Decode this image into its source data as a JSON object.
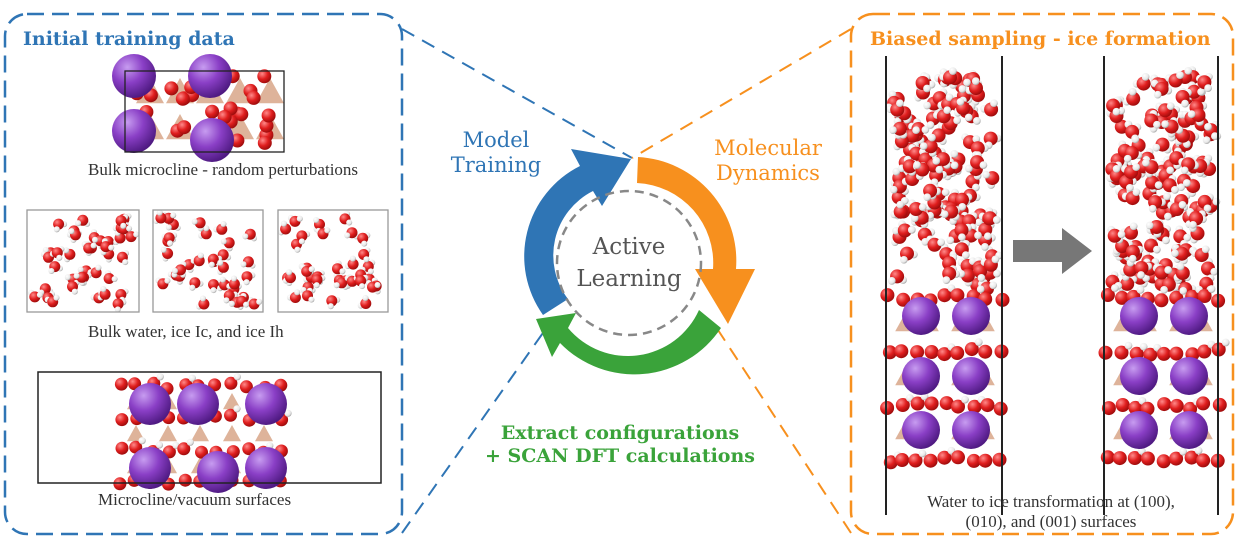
{
  "colors": {
    "blue": "#2f75b5",
    "orange": "#f7901e",
    "green": "#3aa33a",
    "gray": "#777777",
    "oxygen": "#e32222",
    "potassium": "#8a3fc6",
    "framework": "#d8a688"
  },
  "left_panel": {
    "title": "Initial training data",
    "captions": {
      "bulk_microcline": "Bulk microcline - random perturbations",
      "bulk_water": "Bulk water, ice Ic, and ice Ih",
      "surfaces": "Microcline/vacuum surfaces"
    }
  },
  "right_panel": {
    "title": "Biased sampling - ice formation",
    "caption_line1": "Water to ice transformation at (100),",
    "caption_line2": "(010), and (001) surfaces"
  },
  "cycle": {
    "center_line1": "Active",
    "center_line2": "Learning",
    "model_training_line1": "Model",
    "model_training_line2": "Training",
    "molecular_dynamics_line1": "Molecular",
    "molecular_dynamics_line2": "Dynamics",
    "extract_line1": "Extract configurations",
    "extract_line2": "+ SCAN DFT calculations"
  }
}
